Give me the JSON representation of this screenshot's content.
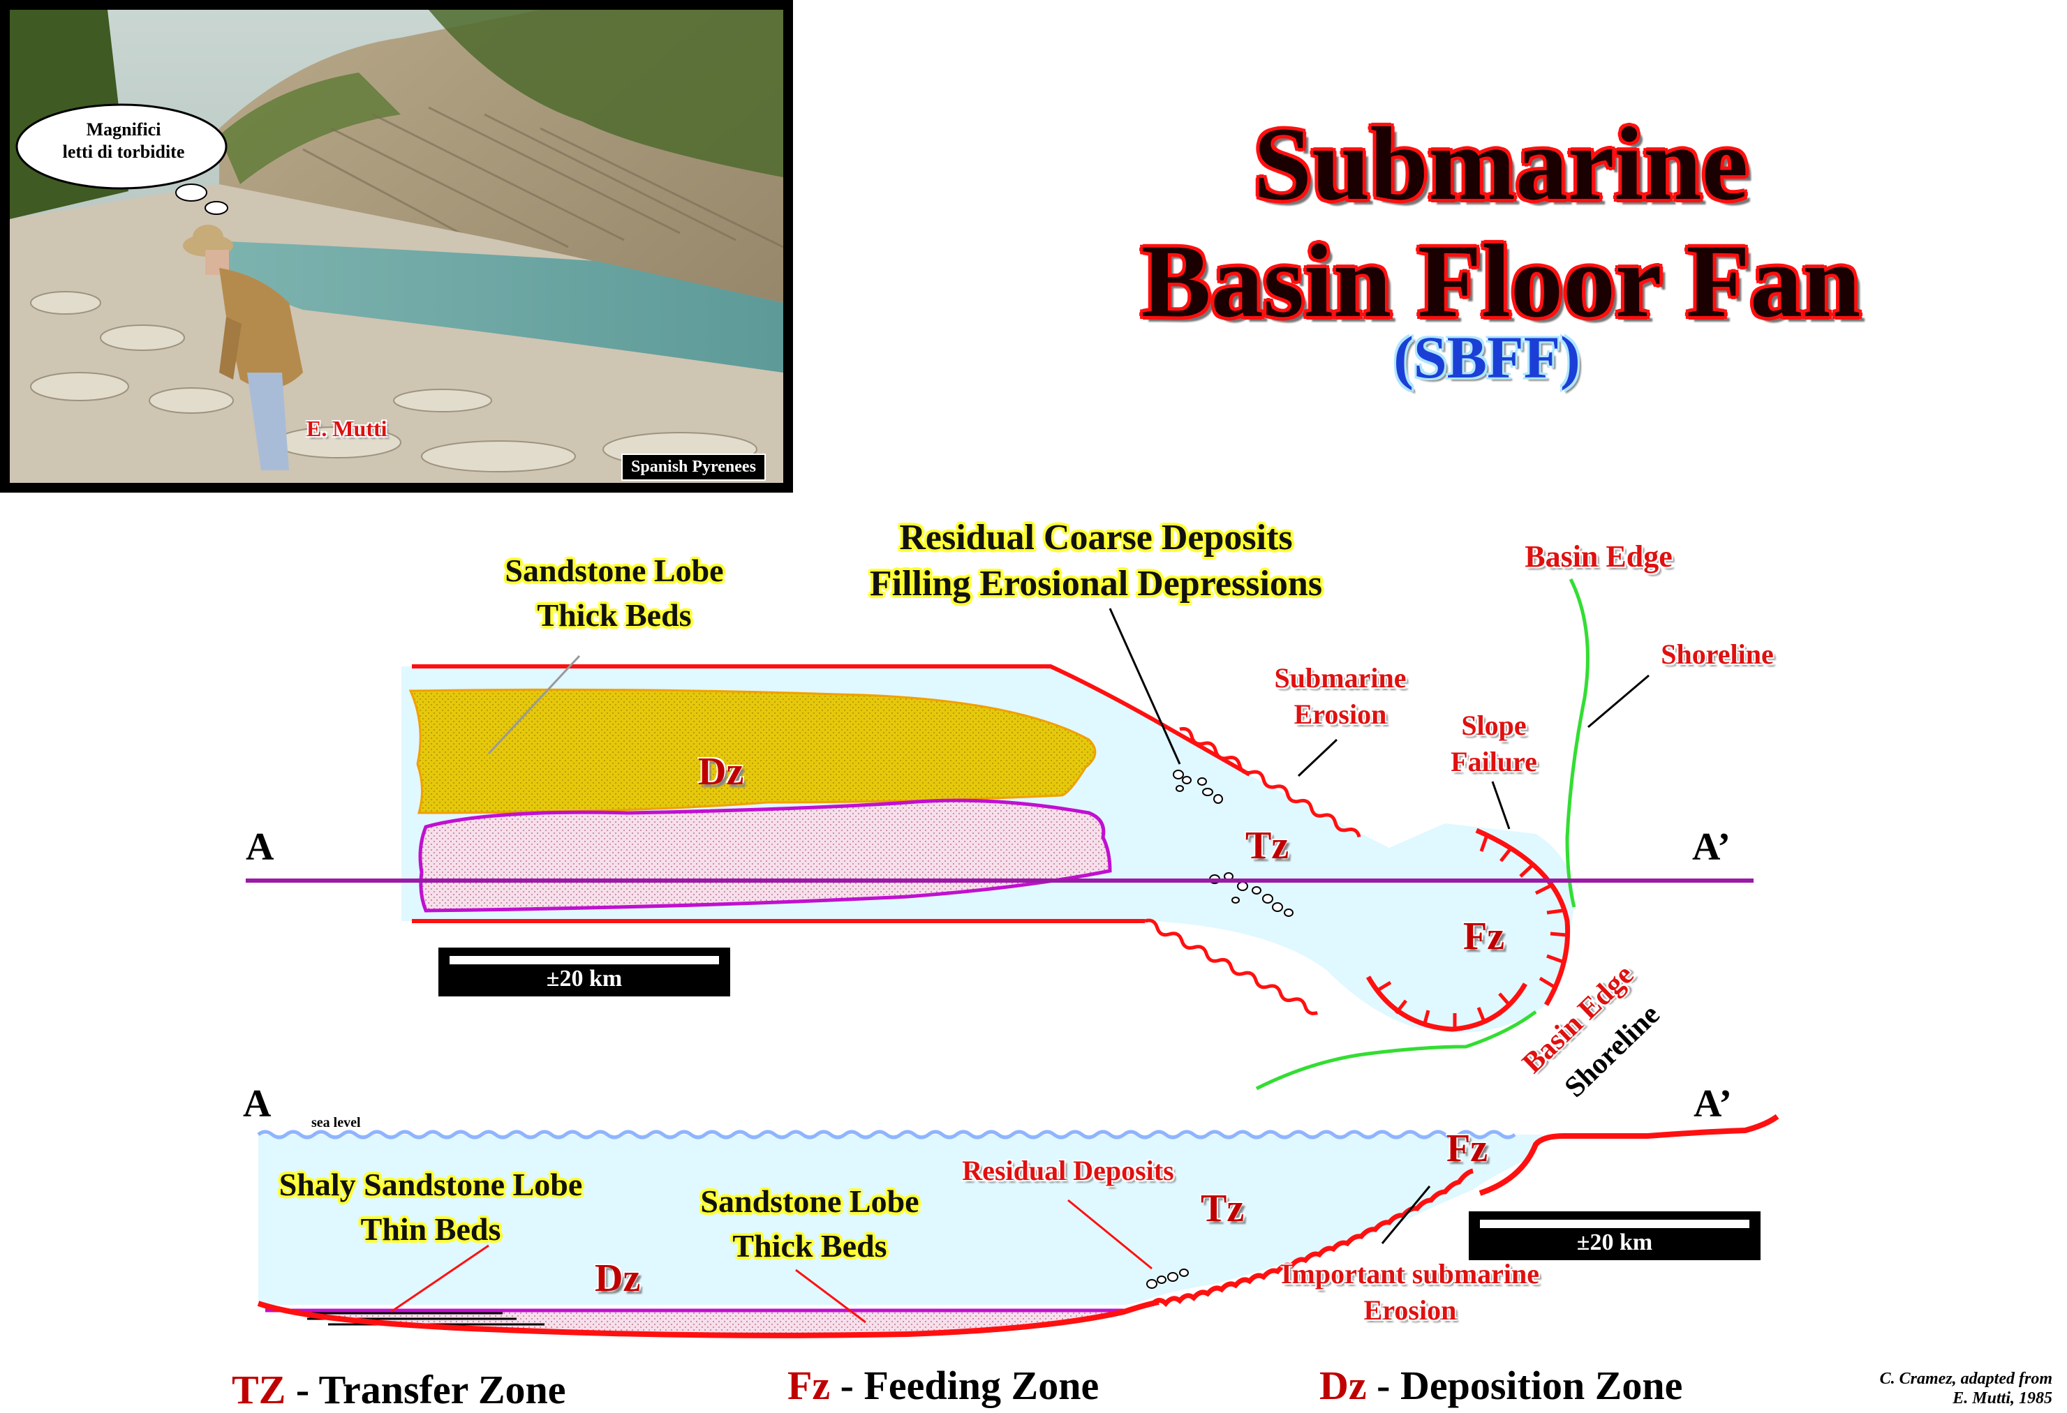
{
  "title": {
    "line1": "Submarine",
    "line2": "Basin Floor Fan",
    "abbrev": "(SBFF)"
  },
  "photo": {
    "bubble": [
      "Magnifici",
      "letti di torbidite"
    ],
    "person": "E. Mutti",
    "location": "Spanish Pyrenees"
  },
  "map_view": {
    "section_start": "A",
    "section_end": "A’",
    "sandstone_lobe": [
      "Sandstone Lobe",
      "Thick Beds"
    ],
    "residual_coarse": [
      "Residual Coarse Deposits",
      "Filling Erosional Depressions"
    ],
    "basin_edge": "Basin Edge",
    "shoreline": "Shoreline",
    "submarine_erosion": [
      "Submarine",
      "Erosion"
    ],
    "slope_failure": [
      "Slope",
      "Failure"
    ],
    "zone_dz": "Dz",
    "zone_tz": "Tz",
    "zone_fz": "Fz",
    "scale": "±20 km"
  },
  "section_view": {
    "section_start": "A",
    "section_end": "A’",
    "sea_level": "sea level",
    "shaly_lobe": [
      "Shaly Sandstone Lobe",
      "Thin Beds"
    ],
    "sandstone_lobe": [
      "Sandstone Lobe",
      "Thick Beds"
    ],
    "residual_deposits": "Residual Deposits",
    "basin_edge": "Basin Edge",
    "shoreline": "Shoreline",
    "important_erosion": [
      "Important submarine",
      "Erosion"
    ],
    "zone_dz": "Dz",
    "zone_tz": "Tz",
    "zone_fz": "Fz",
    "scale": "±20 km"
  },
  "legend": [
    {
      "code": "TZ",
      "text": " - Transfer Zone"
    },
    {
      "code": "Fz",
      "text": " - Feeding Zone"
    },
    {
      "code": "Dz",
      "text": " - Deposition Zone"
    }
  ],
  "credit": [
    "C. Cramez, adapted from",
    "E. Mutti, 1985"
  ],
  "colors": {
    "fan_fill": "#e0f8ff",
    "fan_outline": "#ff1010",
    "sandstone": "#e6c80c",
    "shaly": "#f4dcea",
    "section_line": "#9a1aa6",
    "shoreline": "#33dd33",
    "title_red": "#ff1010",
    "subtitle_blue": "#1b3fd6"
  }
}
